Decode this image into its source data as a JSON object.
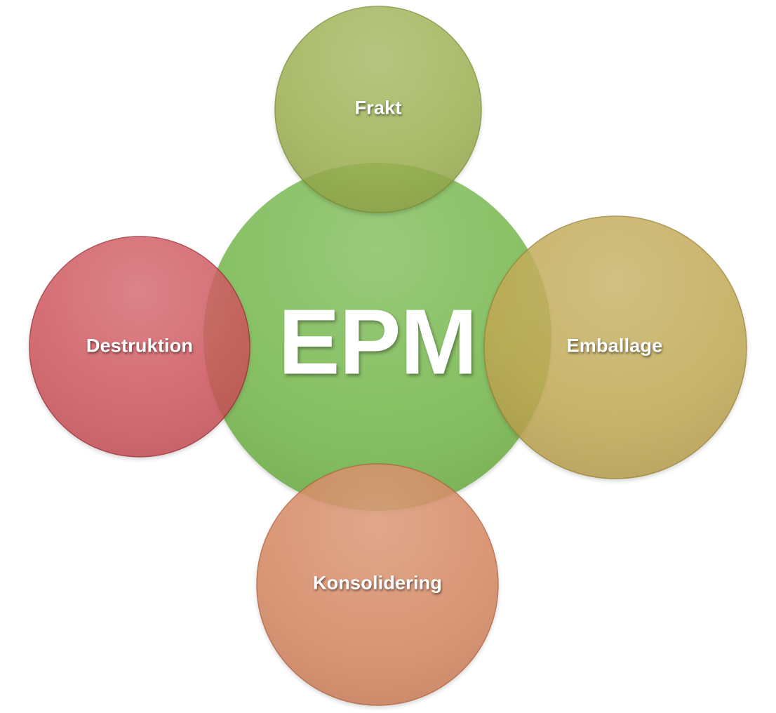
{
  "diagram": {
    "center": {
      "label": "EPM",
      "color": "#7dbb57"
    },
    "top": {
      "label": "Frakt",
      "color": "#98ad4c"
    },
    "right": {
      "label": "Emballage",
      "color": "#bea54e"
    },
    "bottom": {
      "label": "Konsolidering",
      "color": "#d3825a"
    },
    "left": {
      "label": "Destruktion",
      "color": "#cc4f57"
    }
  }
}
